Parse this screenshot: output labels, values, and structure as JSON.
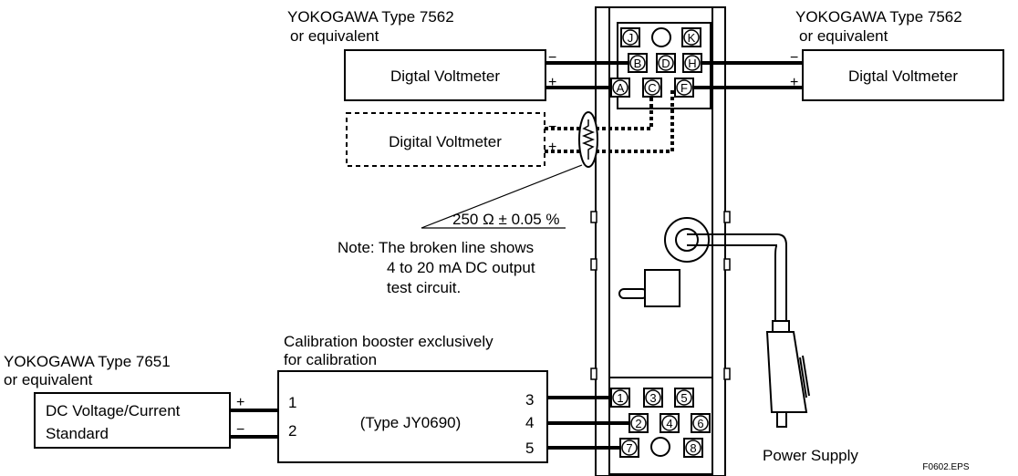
{
  "top_left_label": {
    "line1": "YOKOGAWA Type 7562",
    "line2": "or equivalent"
  },
  "top_right_label": {
    "line1": "YOKOGAWA Type 7562",
    "line2": "or equivalent"
  },
  "voltmeter_left": "Digtal Voltmeter",
  "voltmeter_right": "Digtal Voltmeter",
  "voltmeter_dashed": "Digital Voltmeter",
  "resistor_label": "250 Ω ± 0.05 %",
  "note": {
    "line1": "Note: The broken line shows",
    "line2": "4 to 20 mA DC output",
    "line3": "test circuit."
  },
  "terminals_top": {
    "J": "J",
    "K": "K",
    "B": "B",
    "D": "D",
    "H": "H",
    "A": "A",
    "C": "C",
    "F": "F"
  },
  "terminals_bottom": {
    "t1": "1",
    "t2": "2",
    "t3": "3",
    "t4": "4",
    "t5": "5",
    "t6": "6",
    "t7": "7",
    "t8": "8"
  },
  "std_label": {
    "line1": "YOKOGAWA Type 7651",
    "line2": "or equivalent"
  },
  "std_box": {
    "line1": "DC Voltage/Current",
    "line2": "Standard"
  },
  "booster_label": {
    "line1": "Calibration booster exclusively",
    "line2": "for calibration"
  },
  "booster_model": "(Type JY0690)",
  "booster_pins": {
    "p1": "1",
    "p2": "2",
    "p3": "3",
    "p4": "4",
    "p5": "5"
  },
  "polarity": {
    "plus": "+",
    "minus": "−"
  },
  "power_supply": "Power Supply",
  "figure_code": "F0602.EPS"
}
